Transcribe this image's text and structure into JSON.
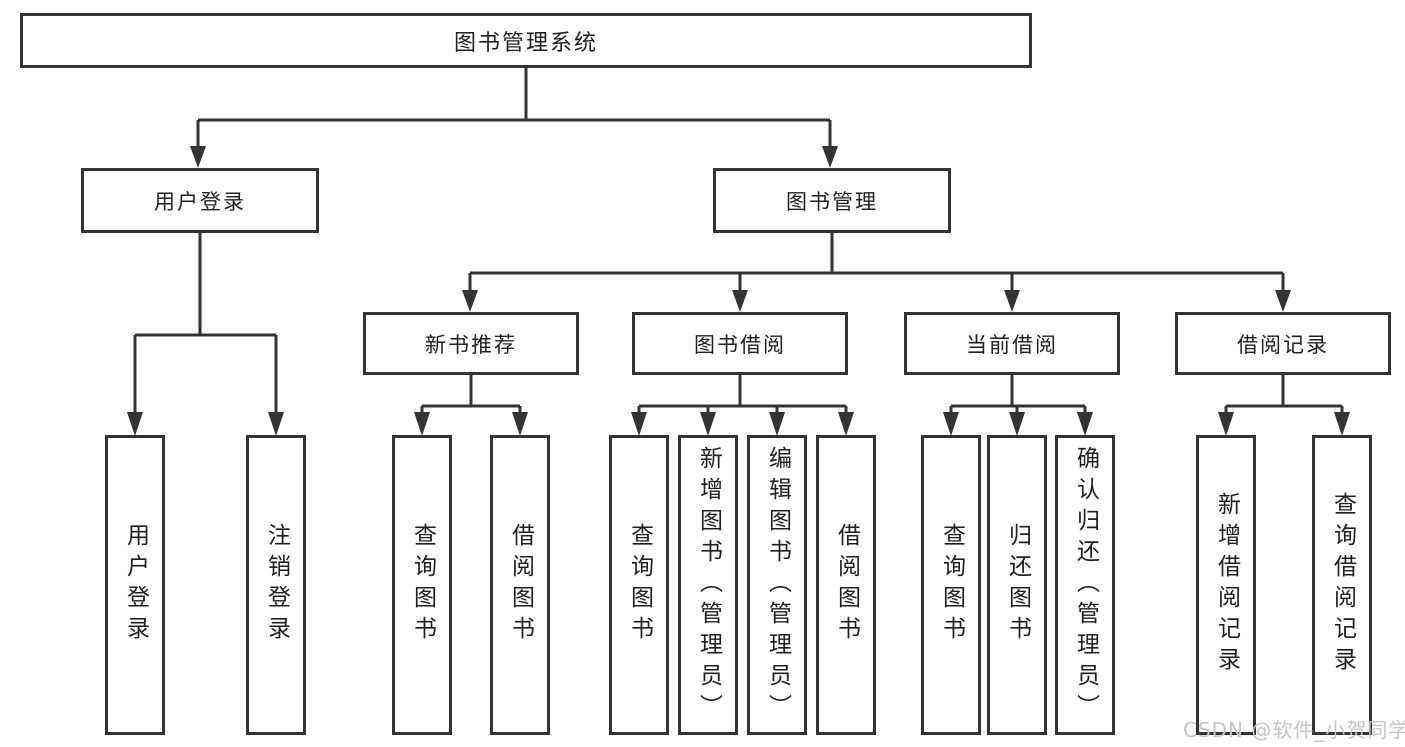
{
  "root": {
    "label": "图书管理系统"
  },
  "branches": {
    "user": {
      "label": "用户登录",
      "children": [
        {
          "label": "用户登录"
        },
        {
          "label": "注销登录"
        }
      ]
    },
    "book": {
      "label": "图书管理",
      "sections": [
        {
          "label": "新书推荐",
          "children": [
            {
              "label": "查询图书"
            },
            {
              "label": "借阅图书"
            }
          ]
        },
        {
          "label": "图书借阅",
          "children": [
            {
              "label": "查询图书"
            },
            {
              "label": "新增图书（管理员）"
            },
            {
              "label": "编辑图书（管理员）"
            },
            {
              "label": "借阅图书"
            }
          ]
        },
        {
          "label": "当前借阅",
          "children": [
            {
              "label": "查询图书"
            },
            {
              "label": "归还图书"
            },
            {
              "label": "确认归还（管理员）"
            }
          ]
        },
        {
          "label": "借阅记录",
          "children": [
            {
              "label": "新增借阅记录"
            },
            {
              "label": "查询借阅记录"
            }
          ]
        }
      ]
    }
  },
  "watermark": {
    "text": "CSDN @软件_小贺同学"
  },
  "colors": {
    "line": "#333333",
    "node_border": "#333333",
    "node_fill": "#ffffff",
    "text": "#1f1f1f",
    "watermark": "#c5c4ca"
  }
}
